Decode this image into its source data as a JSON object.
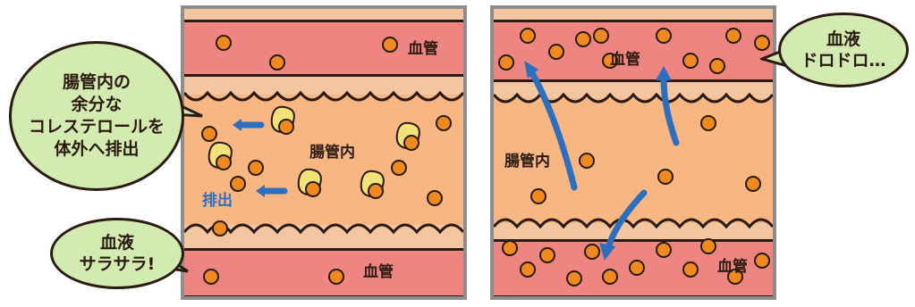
{
  "left_panel": {
    "vessel_top_label": "血管",
    "lumen_label": "腸管内",
    "excrete_label": "排出",
    "vessel_bottom_label": "血管"
  },
  "right_panel": {
    "vessel_top_label": "血管",
    "lumen_label": "腸管内",
    "vessel_bottom_label": "血管"
  },
  "bubble_intestine": {
    "lines": [
      "腸管内の",
      "余分な",
      "コレステロールを",
      "体外へ排出"
    ]
  },
  "bubble_smooth": {
    "lines": [
      "血液",
      "サラサラ!"
    ]
  },
  "bubble_thick": {
    "lines": [
      "血液",
      "ドロドロ…"
    ]
  },
  "colors": {
    "vessel": "#ee8580",
    "lumen": "#f7b682",
    "wall": "#f3c6a0",
    "cholesterol": "#f08a1e",
    "bubble": "#d3eab0",
    "arrow": "#2c6fbf",
    "absorber": "#f3e27a"
  }
}
